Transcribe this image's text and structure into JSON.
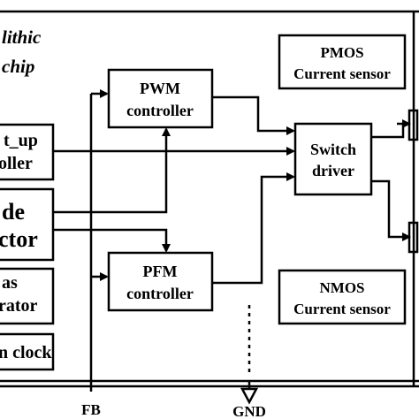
{
  "title": {
    "line1": "lithic",
    "line2": "chip"
  },
  "blocks": {
    "pwm": {
      "line1": "PWM",
      "line2": "controller"
    },
    "pfm": {
      "line1": "PFM",
      "line2": "controller"
    },
    "switch_driver": {
      "line1": "Switch",
      "line2": "driver"
    },
    "pmos_sensor": {
      "line1": "PMOS",
      "line2": "Current sensor"
    },
    "nmos_sensor": {
      "line1": "NMOS",
      "line2": "Current sensor"
    },
    "softstart": {
      "line1": "t_up",
      "line2": "oller"
    },
    "mode_detector": {
      "line1": "de",
      "line2": "ctor"
    },
    "bias": {
      "line1": "as",
      "line2": "rator"
    },
    "clock": {
      "line1": "n clock"
    }
  },
  "pins": {
    "fb": "FB",
    "gnd": "GND"
  },
  "colors": {
    "ink": "#000000",
    "background": "#ffffff"
  }
}
